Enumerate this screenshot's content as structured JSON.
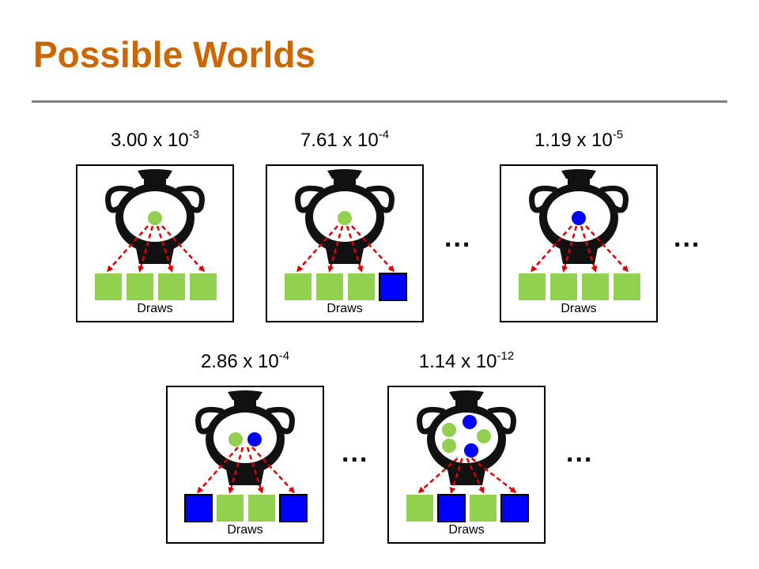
{
  "title": "Possible Worlds",
  "colors": {
    "title": "#cc6600",
    "rule": "#808080",
    "green": "#92d050",
    "blue": "#0000ff",
    "arrow": "#e00000",
    "urn": "#111111"
  },
  "worlds": [
    {
      "prob_mantissa": "3.00 x 10",
      "prob_exp": "-3",
      "balls": [
        "green"
      ],
      "draws": [
        "green",
        "green",
        "green",
        "green"
      ],
      "draws_label": "Draws"
    },
    {
      "prob_mantissa": "7.61 x 10",
      "prob_exp": "-4",
      "balls": [
        "green"
      ],
      "draws": [
        "green",
        "green",
        "green",
        "blue"
      ],
      "draws_label": "Draws"
    },
    {
      "prob_mantissa": "1.19 x 10",
      "prob_exp": "-5",
      "balls": [
        "blue"
      ],
      "draws": [
        "green",
        "green",
        "green",
        "green"
      ],
      "draws_label": "Draws"
    },
    {
      "prob_mantissa": "2.86 x 10",
      "prob_exp": "-4",
      "balls": [
        "green",
        "blue"
      ],
      "draws": [
        "blue",
        "green",
        "green",
        "blue"
      ],
      "draws_label": "Draws"
    },
    {
      "prob_mantissa": "1.14 x 10",
      "prob_exp": "-12",
      "balls": [
        "green",
        "blue",
        "green",
        "green",
        "blue"
      ],
      "draws": [
        "green",
        "blue",
        "green",
        "blue"
      ],
      "draws_label": "Draws"
    }
  ],
  "ellipsis": "..."
}
